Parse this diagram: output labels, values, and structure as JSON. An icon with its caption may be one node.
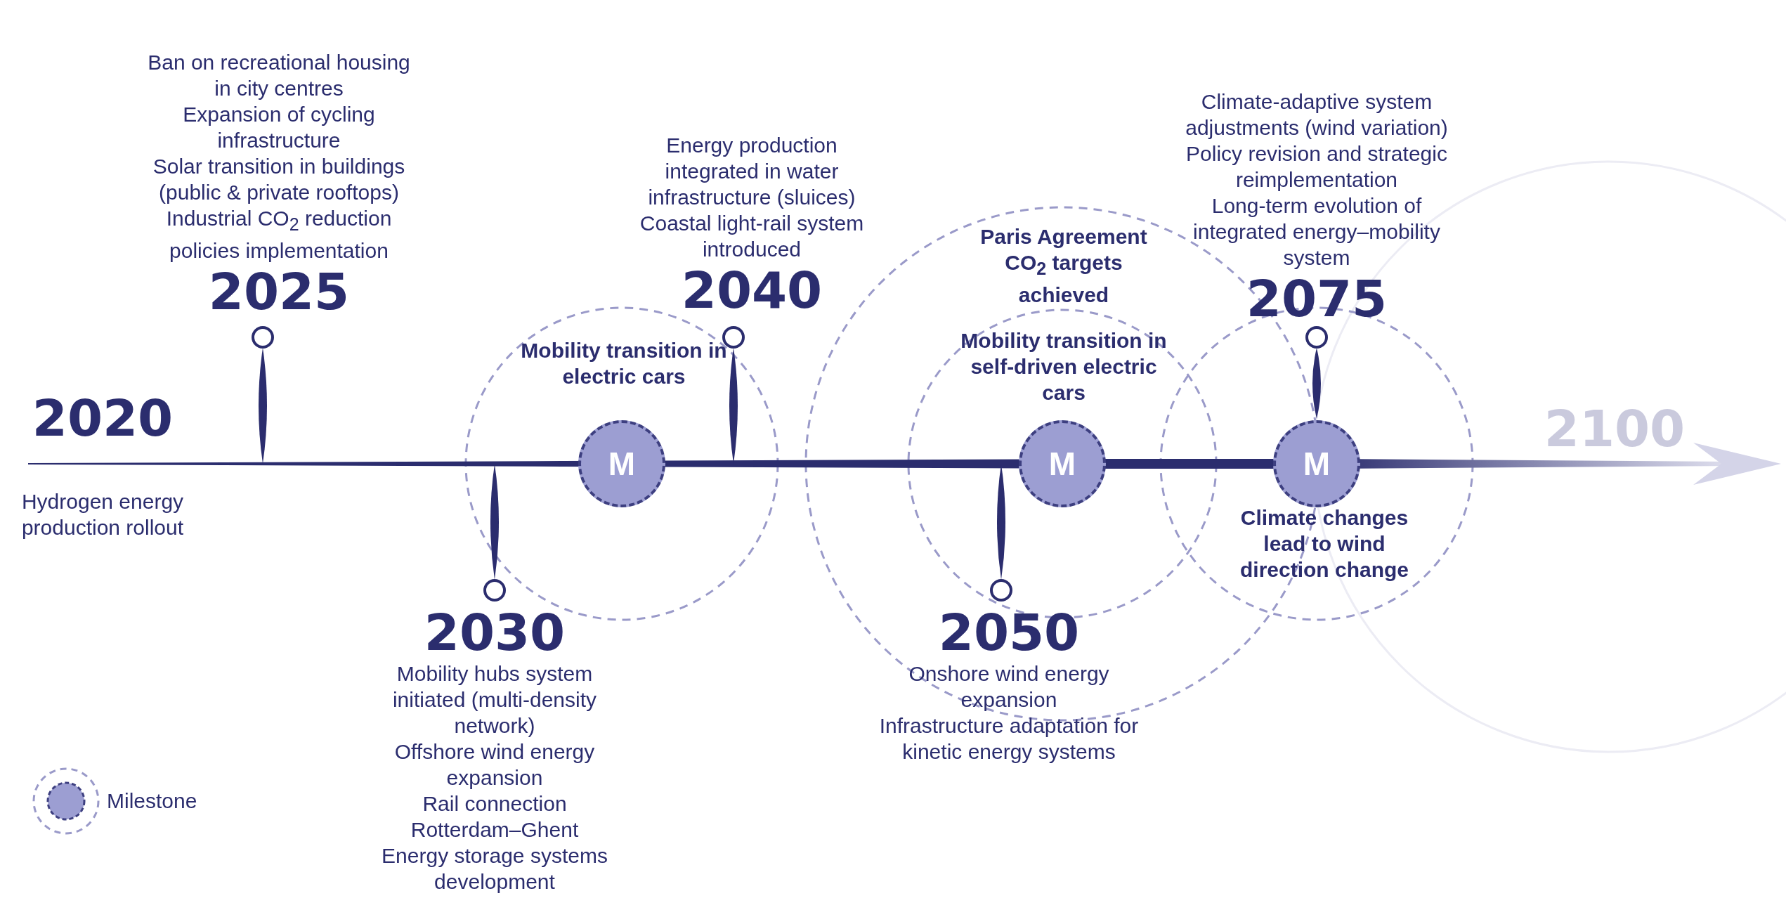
{
  "diagram": {
    "nodes": [
      {
        "text": [
          "2020",
          "Hydrogen energy production rollout"
        ]
      },
      {
        "text": [
          "Ban on recreational housing in city centres",
          "Expansion of cycling infrastructure",
          "Solar transition in buildings (public & private rooftops)",
          "Industrial CO$_{2}$ reduction policies implementation",
          "2025"
        ]
      },
      {
        "text": [
          "2030",
          "Mobility hubs system initiated (multi-density network)",
          "Offshore wind energy expansion",
          "Rail connection Rotterdam–Ghent",
          "Energy storage systems development"
        ]
      },
      {
        "text": [
          "M"
        ],
        "beside": [
          "Mobility transition in electric cars"
        ]
      },
      {
        "text": [
          "Energy production integrated in water infrastructure (sluices)",
          "Coastal light-rail system introduced",
          "2040"
        ]
      },
      {
        "text": [
          "2050",
          "Onshore wind energy expansion",
          "Infrastructure adaptation for kinetic energy systems"
        ]
      },
      {
        "text": [
          "M"
        ],
        "beside": [
          "Paris Agreement CO$_{2}$ targets achieved",
          "Mobility transition in self-driven electric cars"
        ]
      },
      {
        "text": [
          "Climate-adaptive system adjustments (wind variation)",
          "Policy revision and strategic reimplementation",
          "Long-term evolution of integrated energy–mobility system",
          "2075"
        ]
      },
      {
        "text": [
          "M"
        ],
        "beside": [
          "Climate changes lead to wind direction change"
        ]
      },
      {
        "text": [
          "2100"
        ]
      }
    ],
    "legend": [
      {
        "text": "Milestone"
      }
    ]
  }
}
